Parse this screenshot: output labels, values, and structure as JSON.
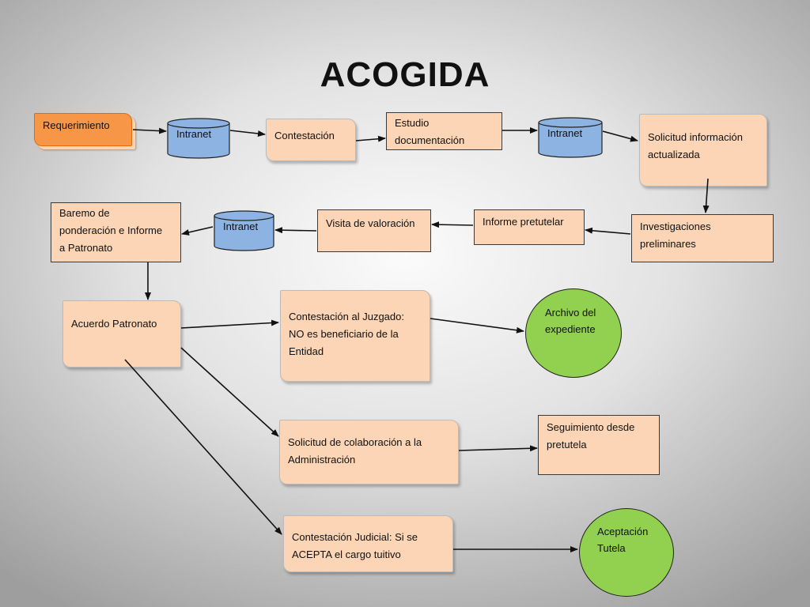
{
  "title": "ACOGIDA",
  "nodes": {
    "requerimiento": "Requerimiento",
    "intranet_1": "Intranet",
    "contestacion": "Contestación",
    "estudio_l1": "Estudio",
    "estudio_l2": "documentación",
    "intranet_2": "Intranet",
    "solicitud_info_l1": "Solicitud información",
    "solicitud_info_l2": "actualizada",
    "investigaciones_l1": "Investigaciones",
    "investigaciones_l2": "preliminares",
    "informe_pretutelar": "Informe pretutelar",
    "visita_valoracion": "Visita de valoración",
    "intranet_3": "Intranet",
    "baremo_l1": "Baremo de",
    "baremo_l2": "ponderación e Informe",
    "baremo_l3": "a Patronato",
    "acuerdo_patronato": "Acuerdo Patronato",
    "contestacion_juzgado_l1": "Contestación al Juzgado:",
    "contestacion_juzgado_l2": "NO es beneficiario de la",
    "contestacion_juzgado_l3": "Entidad",
    "archivo_l1": "Archivo del",
    "archivo_l2": "expediente",
    "solicitud_colab_l1": "Solicitud de colaboración a la",
    "solicitud_colab_l2": "Administración",
    "seguimiento_l1": "Seguimiento desde",
    "seguimiento_l2": "pretutela",
    "contestacion_judicial_l1": "Contestación Judicial: Si se",
    "contestacion_judicial_l2": "ACEPTA el cargo tuitivo",
    "aceptacion_l1": "Aceptación",
    "aceptacion_l2": "Tutela"
  },
  "colors": {
    "box_fill": "#fbd5b5",
    "start_fill": "#f79646",
    "database_fill": "#8db3e2",
    "end_fill": "#92d050",
    "arrow": "#111111"
  }
}
